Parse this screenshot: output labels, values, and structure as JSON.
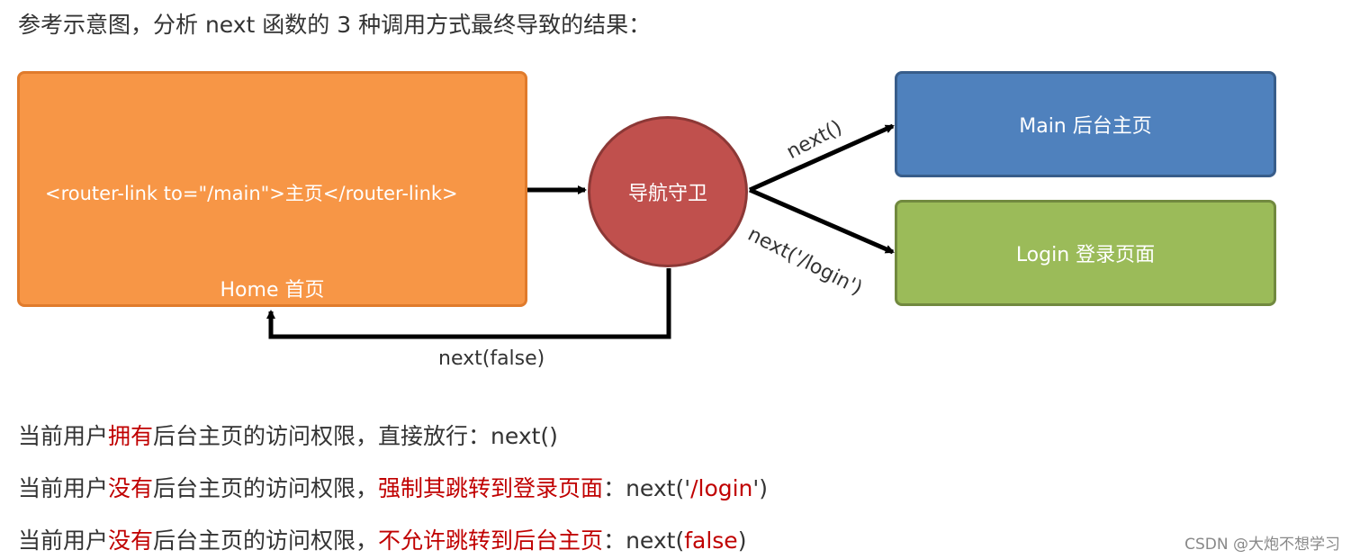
{
  "title": "参考示意图，分析 next 函数的 3 种调用方式最终导致的结果：",
  "home": {
    "code": "<router-link to=\"/main\">主页</router-link>",
    "label": "Home 首页"
  },
  "guard": {
    "label": "导航守卫"
  },
  "main": {
    "label": "Main 后台主页"
  },
  "login": {
    "label": "Login 登录页面"
  },
  "edges": {
    "next": "next()",
    "login": "next('/login')",
    "false": "next(false)"
  },
  "lines": [
    {
      "a": "当前用户",
      "b": "拥有",
      "c": "后台主页的访问权限，直接放行：",
      "d": "next()"
    },
    {
      "a": "当前用户",
      "b": "没有",
      "c": "后台主页的访问权限，",
      "d": "强制其跳转到登录页面",
      "e": "：next('",
      "f": "/login",
      "g": "')"
    },
    {
      "a": "当前用户",
      "b": "没有",
      "c": "后台主页的访问权限，",
      "d": "不允许跳转到后台主页",
      "e": "：next(",
      "f": "false",
      "g": ")"
    }
  ],
  "watermark": "CSDN @大炮不想学习",
  "colors": {
    "home": "#F79646",
    "main": "#4F81BD",
    "login": "#9BBB59",
    "guard": "#C0504D",
    "accent_red": "#C00000"
  }
}
